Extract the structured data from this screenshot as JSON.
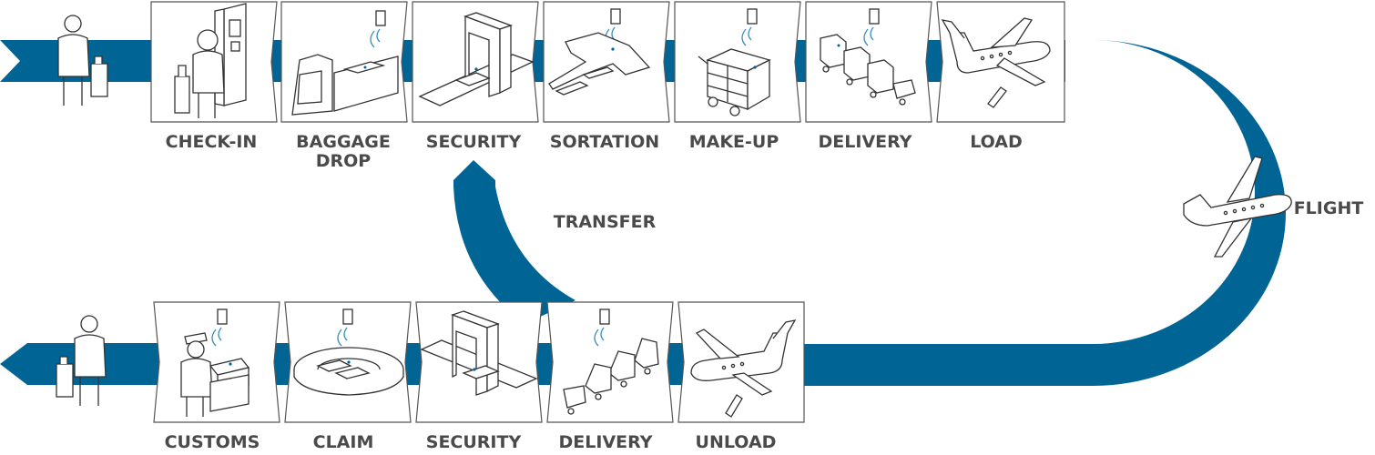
{
  "colors": {
    "flow": "#006595",
    "label": "#4a4a4a",
    "stroke": "#333333"
  },
  "departure_steps": [
    {
      "line1": "CHECK-IN",
      "line2": "",
      "icon": "check-in-kiosk-icon"
    },
    {
      "line1": "BAGGAGE",
      "line2": "DROP",
      "icon": "baggage-drop-icon"
    },
    {
      "line1": "SECURITY",
      "line2": "",
      "icon": "security-scanner-icon"
    },
    {
      "line1": "SORTATION",
      "line2": "",
      "icon": "sortation-conveyor-icon"
    },
    {
      "line1": "MAKE-UP",
      "line2": "",
      "icon": "baggage-cart-icon"
    },
    {
      "line1": "DELIVERY",
      "line2": "",
      "icon": "baggage-train-icon"
    },
    {
      "line1": "LOAD",
      "line2": "",
      "icon": "plane-loading-icon"
    }
  ],
  "arrival_steps": [
    {
      "line1": "CUSTOMS",
      "icon": "customs-officer-icon"
    },
    {
      "line1": "CLAIM",
      "icon": "baggage-carousel-icon"
    },
    {
      "line1": "SECURITY",
      "icon": "security-scanner-icon"
    },
    {
      "line1": "DELIVERY",
      "icon": "baggage-train-icon"
    },
    {
      "line1": "UNLOAD",
      "icon": "plane-unloading-icon"
    }
  ],
  "transfer_label": "TRANSFER",
  "flight_label": "FLIGHT"
}
